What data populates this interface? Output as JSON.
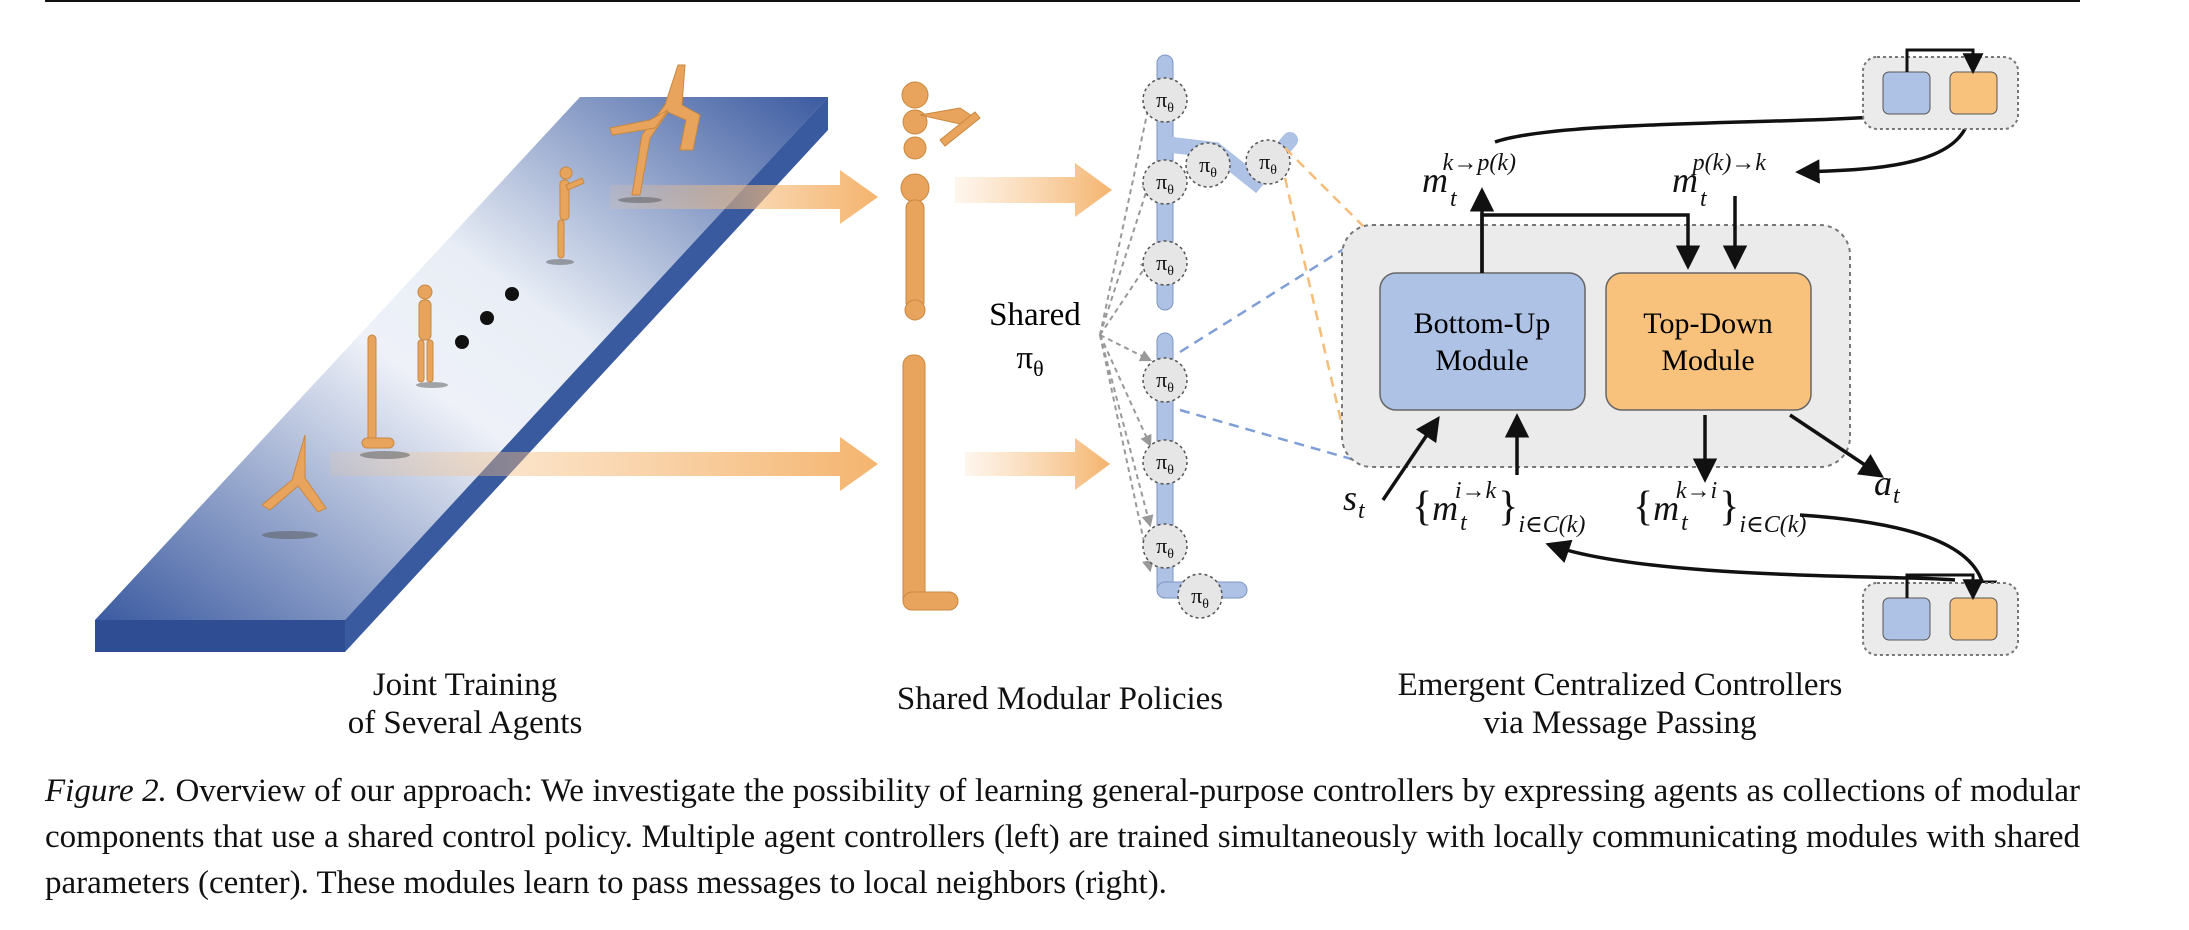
{
  "figure": {
    "panel_labels": {
      "left_line1": "Joint Training",
      "left_line2": "of Several Agents",
      "center": "Shared Modular Policies",
      "right_line1": "Emergent Centralized Controllers",
      "right_line2": "via Message Passing"
    },
    "shared": {
      "word": "Shared",
      "symbol": "π",
      "sub": "θ"
    },
    "modules": {
      "bottom_up_line1": "Bottom-Up",
      "bottom_up_line2": "Module",
      "top_down_line1": "Top-Down",
      "top_down_line2": "Module"
    },
    "math": {
      "m": "m",
      "t": "t",
      "k_to_parent": "k→p(k)",
      "parent_to_k": "p(k)→k",
      "s": "s",
      "a": "a",
      "children_in": "i→k",
      "children_out": "k→i",
      "index_set": "i∈C(k)",
      "lbrace": "{",
      "rbrace": "}"
    },
    "colors": {
      "blue_module": "#aec2e6",
      "orange_module": "#f9c27c",
      "agent_orange": "#e8a45c",
      "platform_blue": "#3f5fa0",
      "gray_box": "#ebebeb",
      "dashed_blue": "#7f9fd6",
      "dashed_orange": "#f5bd7a"
    }
  },
  "caption": {
    "label": "Figure 2.",
    "text": "Overview of our approach: We investigate the possibility of learning general-purpose controllers by expressing agents as collections of modular components that use a shared control policy. Multiple agent controllers (left) are trained simultaneously with locally communicating modules with shared parameters (center). These modules learn to pass messages to local neighbors (right)."
  }
}
